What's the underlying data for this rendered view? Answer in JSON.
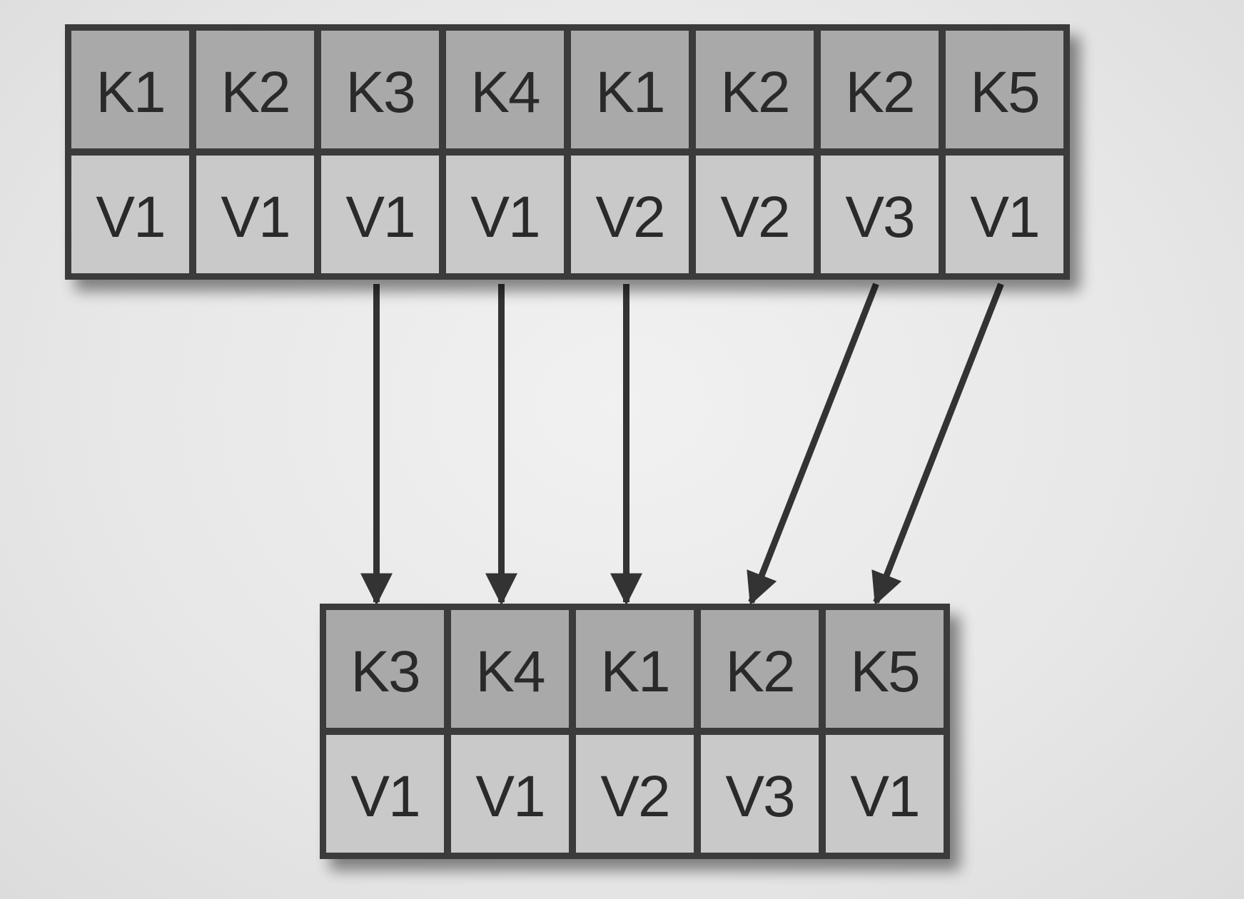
{
  "top_table": {
    "keys": [
      "K1",
      "K2",
      "K3",
      "K4",
      "K1",
      "K2",
      "K2",
      "K5"
    ],
    "values": [
      "V1",
      "V1",
      "V1",
      "V1",
      "V2",
      "V2",
      "V3",
      "V1"
    ]
  },
  "bottom_table": {
    "keys": [
      "K3",
      "K4",
      "K1",
      "K2",
      "K5"
    ],
    "values": [
      "V1",
      "V1",
      "V2",
      "V3",
      "V1"
    ]
  },
  "mappings": [
    {
      "from": 2,
      "to": 0
    },
    {
      "from": 3,
      "to": 1
    },
    {
      "from": 4,
      "to": 2
    },
    {
      "from": 6,
      "to": 3
    },
    {
      "from": 7,
      "to": 4
    }
  ],
  "colors": {
    "key_fill": "#a9a9a9",
    "value_fill": "#c9c9c9",
    "border": "#3a3a3a",
    "arrow": "#333333"
  }
}
